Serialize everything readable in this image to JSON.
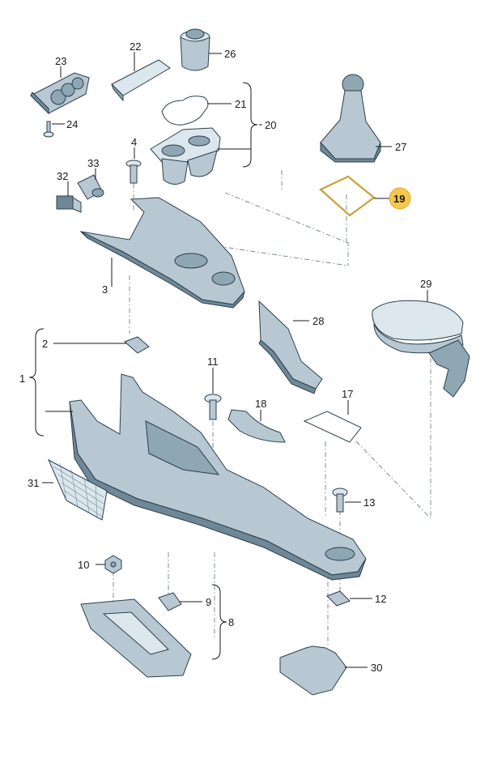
{
  "accent_color": "#f4c84a",
  "part_color": "#b7c8d2",
  "callouts": [
    {
      "id": "1",
      "label": "1"
    },
    {
      "id": "2",
      "label": "2"
    },
    {
      "id": "3",
      "label": "3"
    },
    {
      "id": "4",
      "label": "4"
    },
    {
      "id": "8",
      "label": "8"
    },
    {
      "id": "9",
      "label": "9"
    },
    {
      "id": "10",
      "label": "10"
    },
    {
      "id": "11",
      "label": "11"
    },
    {
      "id": "12",
      "label": "12"
    },
    {
      "id": "13",
      "label": "13"
    },
    {
      "id": "17",
      "label": "17"
    },
    {
      "id": "18",
      "label": "18"
    },
    {
      "id": "19",
      "label": "19",
      "highlighted": true
    },
    {
      "id": "20",
      "label": "20"
    },
    {
      "id": "21",
      "label": "21"
    },
    {
      "id": "22",
      "label": "22"
    },
    {
      "id": "23",
      "label": "23"
    },
    {
      "id": "24",
      "label": "24"
    },
    {
      "id": "26",
      "label": "26"
    },
    {
      "id": "27",
      "label": "27"
    },
    {
      "id": "28",
      "label": "28"
    },
    {
      "id": "29",
      "label": "29"
    },
    {
      "id": "30",
      "label": "30"
    },
    {
      "id": "31",
      "label": "31"
    },
    {
      "id": "32",
      "label": "32"
    },
    {
      "id": "33",
      "label": "33"
    }
  ]
}
